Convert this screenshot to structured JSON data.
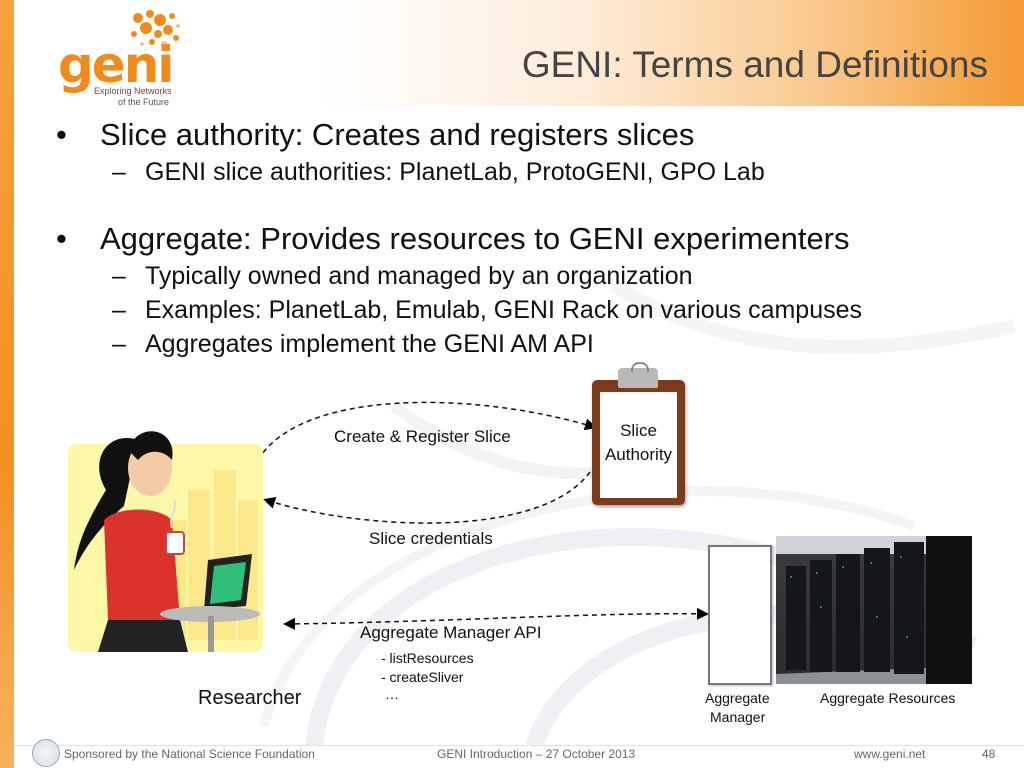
{
  "slide": {
    "title": "GENI: Terms and Definitions",
    "logo": {
      "word": "geni",
      "tagline_line1": "Exploring Networks",
      "tagline_line2": "of the Future"
    },
    "bullets": [
      {
        "text": "Slice authority: Creates and registers slices",
        "sub": [
          "GENI slice authorities: PlanetLab, ProtoGENI, GPO Lab"
        ]
      },
      {
        "text": "Aggregate: Provides resources to GENI experimenters",
        "sub": [
          "Typically owned and managed by an organization",
          "Examples: PlanetLab, Emulab, GENI Rack on various campuses",
          "Aggregates implement the GENI AM API"
        ]
      }
    ],
    "diagram": {
      "create_register": "Create & Register Slice",
      "slice_credentials": "Slice credentials",
      "slice_authority_line1": "Slice",
      "slice_authority_line2": "Authority",
      "am_api": "Aggregate Manager API",
      "api_calls": [
        "- listResources",
        "- createSliver",
        "…"
      ],
      "researcher": "Researcher",
      "aggregate_manager_line1": "Aggregate",
      "aggregate_manager_line2": "Manager",
      "aggregate_resources": "Aggregate Resources"
    },
    "footer": {
      "sponsor": "Sponsored by the National Science Foundation",
      "event": "GENI Introduction – 27 October 2013",
      "url": "www.geni.net",
      "page": "48"
    },
    "colors": {
      "accent_orange": "#f18a1d",
      "title_gray": "#444444",
      "clipboard_brown": "#7d3b1c"
    }
  }
}
